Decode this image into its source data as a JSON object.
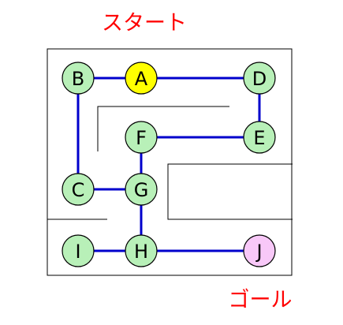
{
  "start_label": "スタート",
  "goal_label": "ゴール",
  "colors": {
    "maze_wall": "#000000",
    "edge": "#0000cc",
    "node_default_fill": "#b8f0b8",
    "start_node_fill": "#ffff00",
    "goal_node_fill": "#f8c8f8",
    "caption_text": "#ff0000"
  },
  "nodes": [
    {
      "id": "A",
      "label": "A",
      "role": "start"
    },
    {
      "id": "B",
      "label": "B",
      "role": "normal"
    },
    {
      "id": "C",
      "label": "C",
      "role": "normal"
    },
    {
      "id": "D",
      "label": "D",
      "role": "normal"
    },
    {
      "id": "E",
      "label": "E",
      "role": "normal"
    },
    {
      "id": "F",
      "label": "F",
      "role": "normal"
    },
    {
      "id": "G",
      "label": "G",
      "role": "normal"
    },
    {
      "id": "H",
      "label": "H",
      "role": "normal"
    },
    {
      "id": "I",
      "label": "I",
      "role": "normal"
    },
    {
      "id": "J",
      "label": "J",
      "role": "goal"
    }
  ],
  "edges": [
    [
      "B",
      "A"
    ],
    [
      "A",
      "D"
    ],
    [
      "D",
      "E"
    ],
    [
      "E",
      "F"
    ],
    [
      "F",
      "G"
    ],
    [
      "B",
      "C"
    ],
    [
      "C",
      "G"
    ],
    [
      "G",
      "H"
    ],
    [
      "I",
      "H"
    ],
    [
      "H",
      "J"
    ]
  ]
}
